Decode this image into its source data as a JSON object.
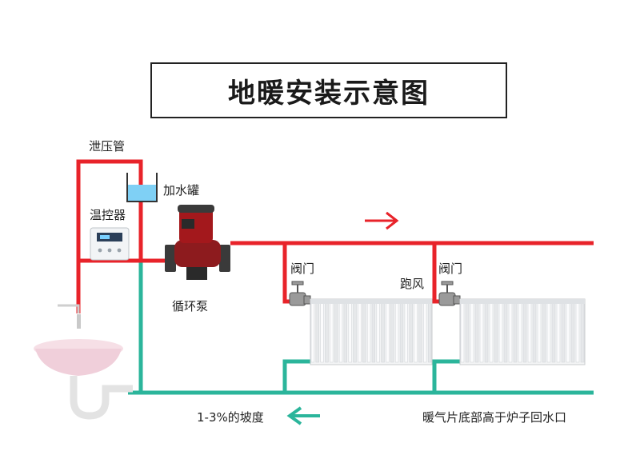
{
  "title": "地暖安装示意图",
  "labels": {
    "relief_pipe": "泄压管",
    "expansion_tank": "加水罐",
    "thermostat": "温控器",
    "circulation_pump": "循环泵",
    "valve_1": "阀门",
    "valve_2": "阀门",
    "air_vent": "跑风",
    "slope": "1-3%的坡度",
    "radiator_note": "暖气片底部高于炉子回水口"
  },
  "colors": {
    "supply": "#e8232a",
    "return": "#2bb59b",
    "title_border": "#222222"
  }
}
